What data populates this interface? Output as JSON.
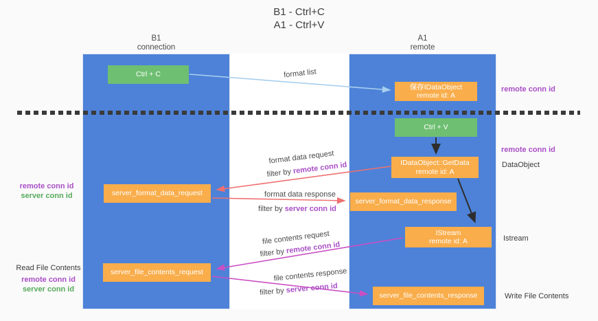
{
  "title": {
    "line1": "B1 - Ctrl+C",
    "line2": "A1 - Ctrl+V"
  },
  "lanes": {
    "left": {
      "name": "B1",
      "sub": "connection"
    },
    "right": {
      "name": "A1",
      "sub": "remote"
    }
  },
  "boxes": {
    "ctrl_c": "Ctrl + C",
    "ctrl_v": "Ctrl + V",
    "save_dataobject_line1": "保存IDataObject",
    "save_dataobject_line2": "remote id: A",
    "getdata_line1": "IDataObject::GetData",
    "getdata_line2": "remote id: A",
    "istream_line1": "IStream",
    "istream_line2": "remote id: A",
    "format_request": "server_format_data_request",
    "format_response": "server_format_data_response",
    "file_request": "server_file_contents_request",
    "file_response": "server_file_contents_response"
  },
  "flow_labels": {
    "format_list": "format list",
    "format_data_request": "format data request",
    "format_data_response": "format data response",
    "file_contents_request": "file contents request",
    "file_contents_response": "file contents response",
    "filter_by": "filter by ",
    "remote_conn_id": "remote conn id",
    "server_conn_id": "server conn id"
  },
  "side_labels": {
    "remote_conn_id": "remote conn id",
    "server_conn_id": "server conn id",
    "dataobject": "DataObject",
    "istream": "Istream",
    "read_file_contents": "Read File Contents",
    "write_file_contents": "Write File Contents"
  },
  "colors": {
    "lane_blue": "#4d82d8",
    "green_box": "#6fbf72",
    "orange_box": "#f9ad4b",
    "purple_label": "#a94fc6",
    "green_label": "#57ab5c",
    "salmon_arrow": "#ee7070",
    "magenta_arrow": "#cb4fc4",
    "light_blue_arrow": "#a8cfee",
    "black_arrow": "#2e2e2e"
  }
}
